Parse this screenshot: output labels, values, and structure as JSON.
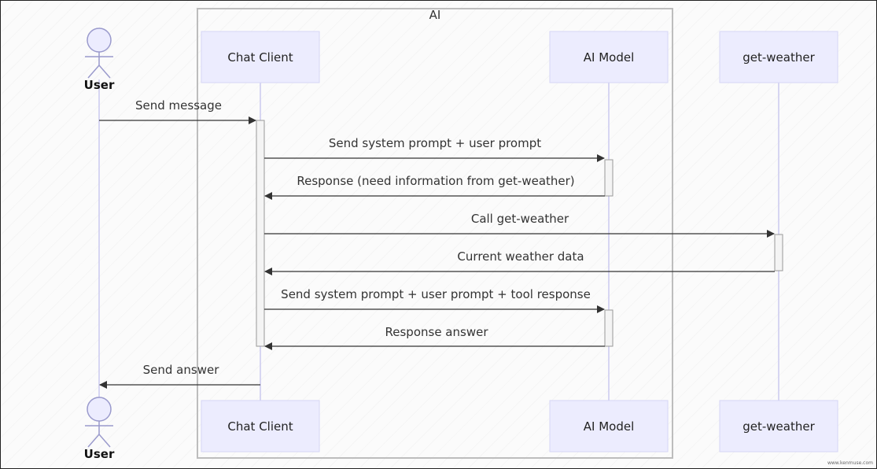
{
  "group": {
    "title": "AI"
  },
  "participants": {
    "user": "User",
    "chat_client": "Chat Client",
    "ai_model": "AI Model",
    "get_weather": "get-weather"
  },
  "messages": [
    {
      "label": "Send message",
      "from": "user",
      "to": "chat_client"
    },
    {
      "label": "Send system prompt + user prompt",
      "from": "chat_client",
      "to": "ai_model"
    },
    {
      "label": "Response (need information from get-weather)",
      "from": "ai_model",
      "to": "chat_client"
    },
    {
      "label": "Call get-weather",
      "from": "chat_client",
      "to": "get_weather"
    },
    {
      "label": "Current weather data",
      "from": "get_weather",
      "to": "chat_client"
    },
    {
      "label": "Send system prompt + user prompt + tool response",
      "from": "chat_client",
      "to": "ai_model"
    },
    {
      "label": "Response answer",
      "from": "ai_model",
      "to": "chat_client"
    },
    {
      "label": "Send answer",
      "from": "chat_client",
      "to": "user"
    }
  ],
  "watermark": "www.kenmuse.com",
  "colors": {
    "participant_fill": "#ececfe",
    "participant_stroke": "#d6d6f5",
    "lifeline": "#cbcaef",
    "group_border": "#bdbdbd",
    "arrow": "#333333",
    "activation_fill": "#f4f4f4",
    "activation_stroke": "#999999"
  }
}
